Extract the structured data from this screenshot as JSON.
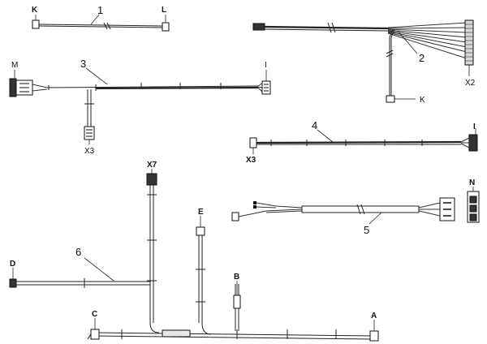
{
  "diagram": {
    "connectors": {
      "k_top": "K",
      "l": "L",
      "m": "M",
      "i_h3": "I",
      "x3_h3": "X3",
      "k_h2": "K",
      "x2": "X2",
      "i_h4": "I",
      "x3_h4": "X3",
      "n": "N",
      "x7": "X7",
      "e": "E",
      "d": "D",
      "b": "B",
      "c": "C",
      "a": "A"
    },
    "harness_numbers": {
      "h1": "1",
      "h2": "2",
      "h3": "3",
      "h4": "4",
      "h5": "5",
      "h6": "6"
    }
  }
}
